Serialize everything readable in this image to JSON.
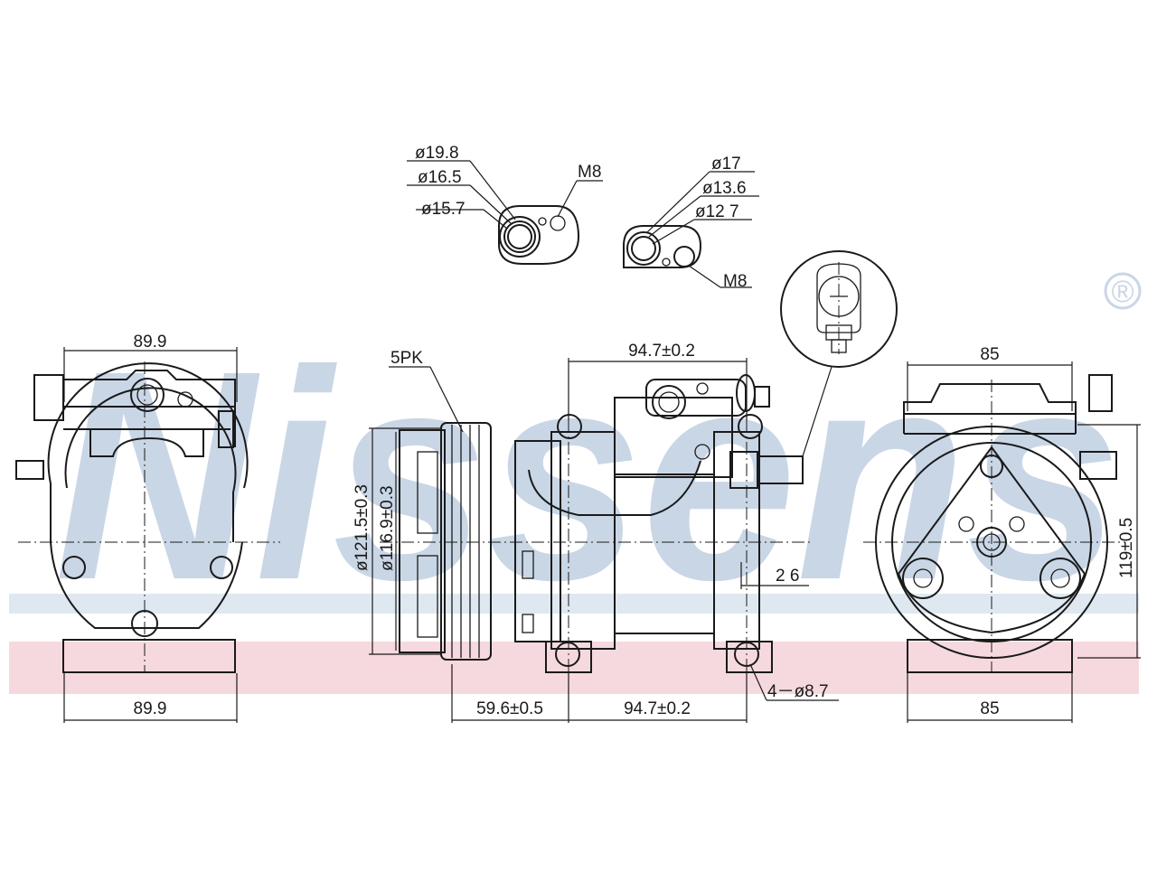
{
  "watermark": {
    "brand": "Nissens",
    "registered_mark": "®",
    "color": "#c9d6e6",
    "band_blue": "#dfe8f1",
    "band_red": "#f6d9de"
  },
  "fittings": {
    "left": {
      "d1": "ø19.8",
      "d2": "ø16.5",
      "d3": "ø15.7",
      "thread": "M8"
    },
    "right": {
      "d1": "ø17",
      "d2": "ø13.6",
      "d3": "ø12 7",
      "thread": "M8"
    }
  },
  "front_view": {
    "top_width": "89.9",
    "bottom_width": "89.9"
  },
  "side_view": {
    "belt": "5PK",
    "port_spacing": "94.7±0.2",
    "pulley_outer": "ø121.5±0.3",
    "pulley_inner": "ø116.9±0.3",
    "pulley_offset": "59.6±0.5",
    "mount_spacing": "94.7±0.2",
    "mount_width": "2 6",
    "mount_holes": "4－ø8.7"
  },
  "rear_view": {
    "top_width": "85",
    "bottom_width": "85",
    "height": "119±0.5"
  }
}
